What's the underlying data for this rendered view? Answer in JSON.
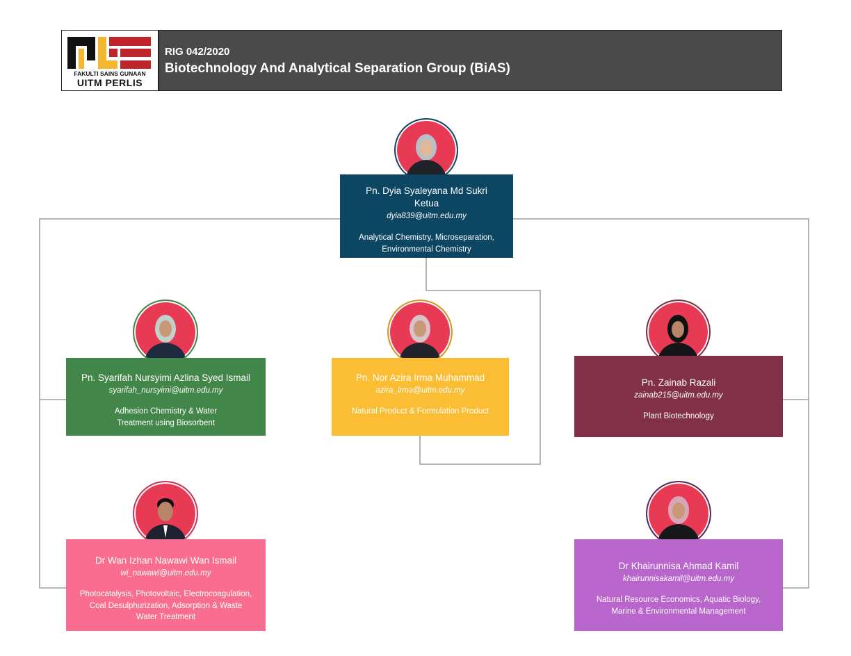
{
  "header": {
    "code": "RIG 042/2020",
    "title": "Biotechnology And Analytical Separation Group (BiAS)",
    "logo": {
      "line1": "FAKULTI SAINS GUNAAN",
      "line2": "UITM PERLIS",
      "colors": {
        "black": "#111111",
        "red": "#c0242b",
        "yellow": "#f5b731"
      }
    }
  },
  "colors": {
    "header_bg": "#4a4a4a",
    "connector": "#8a8a8a",
    "photo_bg": "#e83a55"
  },
  "members": [
    {
      "name": "Pn. Dyia Syaleyana Md Sukri",
      "role": "Ketua",
      "email": "dyia839@uitm.edu.my",
      "expertise": [
        "Analytical Chemistry, Microseparation,",
        "Environmental Chemistry"
      ],
      "color": "#0d4663"
    },
    {
      "name": "Pn. Syarifah Nursyimi Azlina Syed Ismail",
      "email": "syarifah_nursyimi@uitm.edu.my",
      "expertise": [
        "Adhesion Chemistry & Water",
        "Treatment  using Biosorbent"
      ],
      "color": "#43864a"
    },
    {
      "name": "Pn. Nor Azira Irma Muhammad",
      "email": "azira_irma@uitm.edu.my",
      "expertise": [
        "Natural Product & Formulation Product"
      ],
      "color": "#fbbd34"
    },
    {
      "name": "Pn. Zainab Razali",
      "email": "zainab215@uitm.edu.my",
      "expertise": [
        "Plant Biotechnology"
      ],
      "color": "#822f48"
    },
    {
      "name": "Dr Wan Izhan Nawawi Wan Ismail",
      "email": "wi_nawawi@uitm.edu.my",
      "expertise": [
        "Photocatalysis, Photovoltaic, Electrocoagulation,",
        "Coal Desulphurization, Adsorption & Waste",
        "Water Treatment"
      ],
      "color": "#f96e90"
    },
    {
      "name": "Dr Khairunnisa Ahmad Kamil",
      "email": "khairunnisakamil@uitm.edu.my",
      "expertise": [
        "Natural Resource Economics, Aquatic Biology,",
        "Marine & Environmental Management"
      ],
      "color": "#b865cc"
    }
  ]
}
